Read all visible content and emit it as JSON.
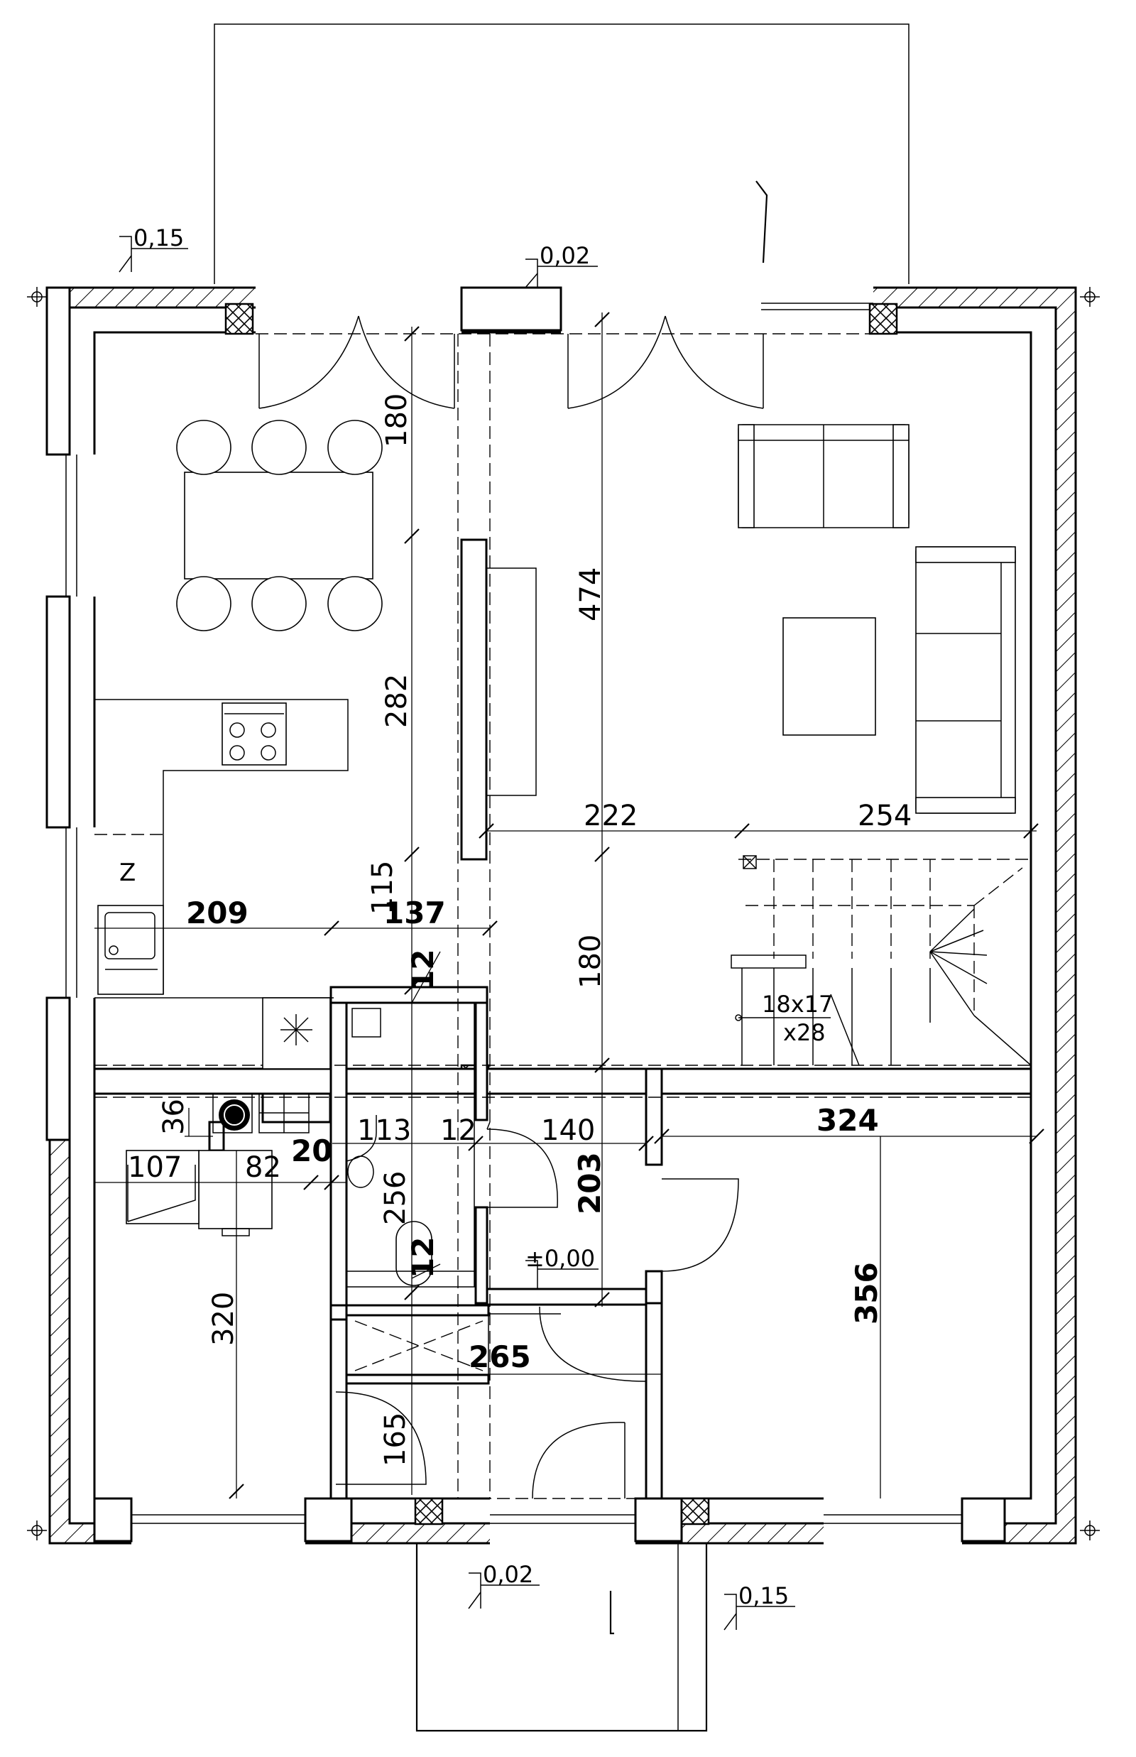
{
  "plan": {
    "dimensions": {
      "d180_top": "180",
      "d474": "474",
      "d282": "282",
      "d115": "115",
      "d222": "222",
      "d254": "254",
      "d209": "209",
      "d137": "137",
      "d180_mid": "180",
      "d12_a": "12",
      "d36": "36",
      "d113": "113",
      "d12_b": "12",
      "d140": "140",
      "d324": "324",
      "d20": "20",
      "d107": "107",
      "d82": "82",
      "d256": "256",
      "d203": "203",
      "d356": "356",
      "d12_c": "12",
      "d320": "320",
      "d265": "265",
      "d165": "165"
    },
    "levels": {
      "top_left": "0,15",
      "top_mid": "0,02",
      "bottom_mid": "0,02",
      "bottom_right": "0,15",
      "center": "±0,00"
    },
    "labels": {
      "fridge_z": "Z",
      "stairs_steps": "18x17",
      "stairs_count": "x28"
    }
  }
}
